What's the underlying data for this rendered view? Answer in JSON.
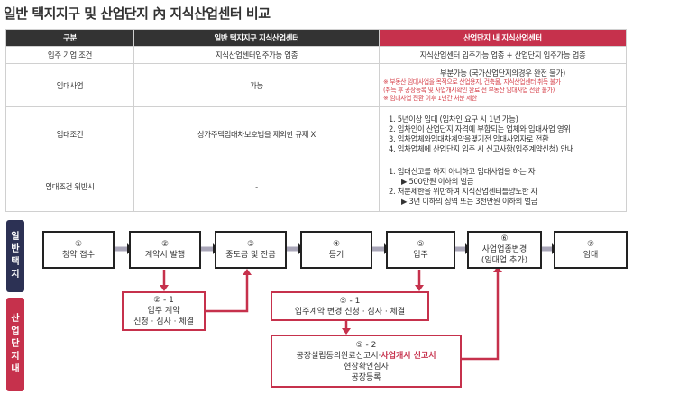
{
  "title": "일반 택지지구 및 산업단지 內 지식산업센터 비교",
  "table": {
    "headers": [
      "구분",
      "일반 택지지구 지식산업센터",
      "산업단지 내 지식산업센터"
    ],
    "rows": {
      "r1": {
        "label": "입주 기업 조건",
        "normal": "지식산업센터입주가능 업종",
        "industrial": "지식산업센터 입주가능 업종 + 산업단지 입주가능 업종"
      },
      "r2": {
        "label": "임대사업",
        "normal": "가능",
        "industrial_main": "부분가능 (국가산업단지의경우 완전 불가)",
        "notes": [
          "※ 부동산 임대사업을 목적으로 산업용지, 건축물, 지식산업센터 취득 불가",
          "(취득 후 공장등록 및 사업개시확인 완료 전 부동산 임대사업 전환 불가)",
          "※ 임대사업 전환 이후 1년간 처분 제한"
        ]
      },
      "r3": {
        "label": "임대조건",
        "normal": "상가주택임대차보호법을 제외한 규제 X",
        "items": [
          "1.   5년이상 임대 (임차인 요구 시 1년 가능)",
          "2.   임차인이 산업단지 자격에 부합되는 업체와 임대사업 영위",
          "3.   임차업체와임대차계약을맺기전 임대사업자로 전환",
          "4.   임차업체에 산업단지 입주 시 신고사항(입주계약신청) 안내"
        ]
      },
      "r4": {
        "label": "임대조건 위반시",
        "normal": "-",
        "items": [
          "1.   임대신고를 하지 아니하고 임대사업을 하는 자",
          "▶  500만원 이하의 벌금",
          "2.   처분제한을 위반하여 지식산업센터를양도한 자",
          "▶  3년 이하의 징역 또는 3천만원 이하의 벌금"
        ]
      }
    }
  },
  "lanes": {
    "general": [
      "일",
      "반",
      "택",
      "지"
    ],
    "industrial": [
      "산",
      "업",
      "단",
      "지",
      "내"
    ]
  },
  "flow": {
    "s1": {
      "num": "①",
      "label": "청약 접수"
    },
    "s2": {
      "num": "②",
      "label": "계약서 발행"
    },
    "s3": {
      "num": "③",
      "label": "중도금 및 잔금"
    },
    "s4": {
      "num": "④",
      "label": "등기"
    },
    "s5": {
      "num": "⑤",
      "label": "입주"
    },
    "s6": {
      "num": "⑥",
      "label1": "사업업종변경",
      "label2": "(임대업 추가)"
    },
    "s7": {
      "num": "⑦",
      "label": "임대"
    },
    "sub21": {
      "num": "② - 1",
      "label1": "입주 계약",
      "label2": "신청 · 심사 · 체결"
    },
    "sub51": {
      "num": "⑤ - 1",
      "label": "입주계약 변경 신청 · 심사 · 체결"
    },
    "sub52": {
      "num": "⑤ - 2",
      "label1a": "공장설립동의완료신고서·",
      "label1b": "사업개시 신고서",
      "label2": "현장확인심사",
      "label3": "공장등록"
    }
  },
  "colors": {
    "dark": "#2c3154",
    "accent": "#c6314c",
    "arrow_gray": "#a9a6b8"
  }
}
